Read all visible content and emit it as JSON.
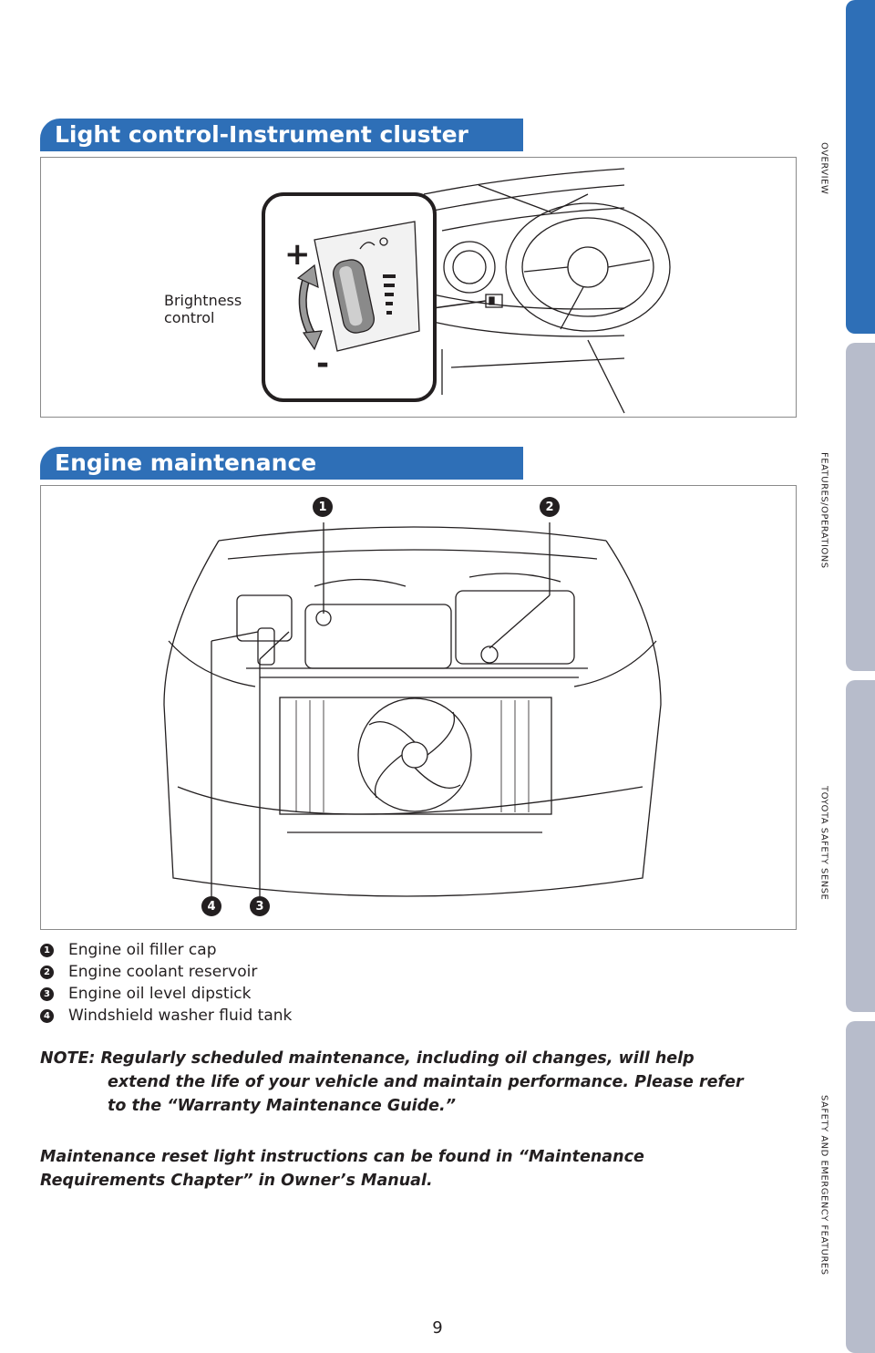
{
  "side_tabs": [
    "OVERVIEW",
    "FEATURES/OPERATIONS",
    "TOYOTA SAFETY SENSE",
    "SAFETY AND EMERGENCY FEATURES"
  ],
  "section1": {
    "title": "Light control-Instrument cluster",
    "brightness_label_line1": "Brightness",
    "brightness_label_line2": "control",
    "plus": "+",
    "minus": "-"
  },
  "section2": {
    "title": "Engine maintenance",
    "callouts": [
      "1",
      "2",
      "3",
      "4"
    ],
    "legend": [
      {
        "num": "1",
        "text": "Engine oil filler cap"
      },
      {
        "num": "2",
        "text": "Engine coolant reservoir"
      },
      {
        "num": "3",
        "text": "Engine oil level dipstick"
      },
      {
        "num": "4",
        "text": "Windshield washer fluid tank"
      }
    ]
  },
  "note": {
    "line1": "NOTE: Regularly scheduled maintenance, including oil changes, will help",
    "line2": "extend the life of your vehicle and maintain performance. Please refer",
    "line3": "to the “Warranty Maintenance Guide.”",
    "reset_line1": "Maintenance reset light instructions can be found in “Maintenance",
    "reset_line2": "Requirements Chapter” in Owner’s Manual."
  },
  "page_number": "9",
  "colors": {
    "accent": "#2e6fb7",
    "tab_inactive": "#b7bccb"
  }
}
